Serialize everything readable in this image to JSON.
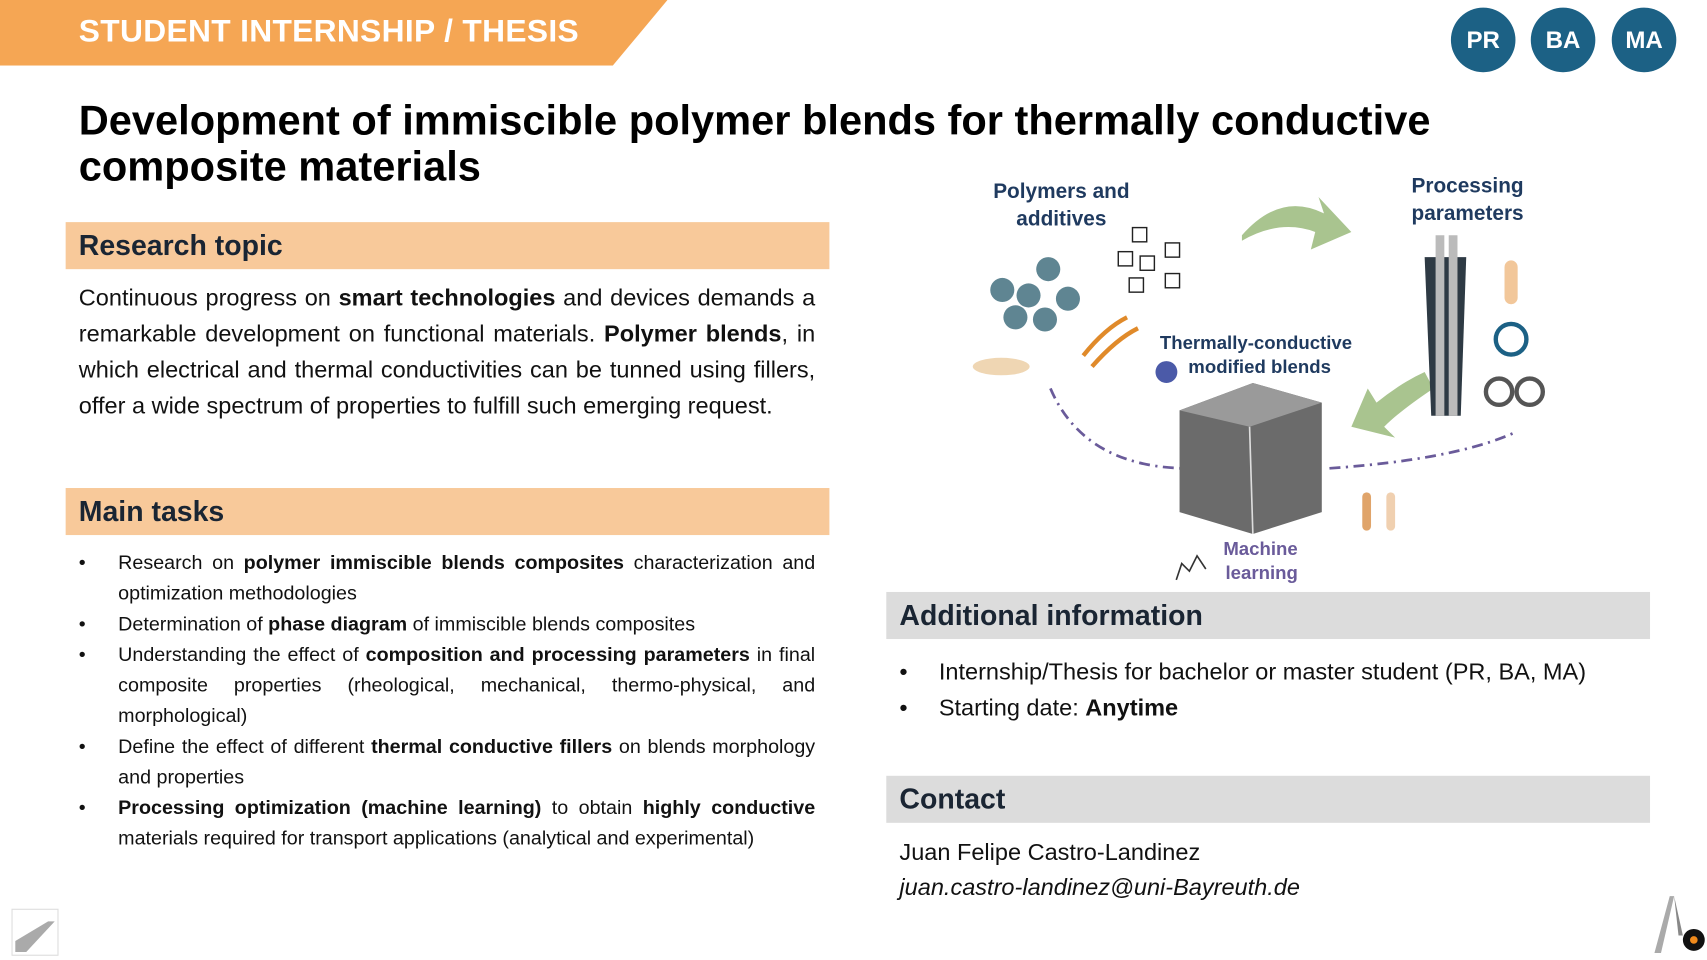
{
  "header": {
    "banner": "STUDENT INTERNSHIP / THESIS",
    "badges": [
      "PR",
      "BA",
      "MA"
    ],
    "accent_color": "#f5a654",
    "badge_color": "#1c6185"
  },
  "title": "Development of immiscible polymer blends for thermally conductive composite materials",
  "research": {
    "heading": "Research topic",
    "parts": [
      "Continuous progress on ",
      "smart technologies",
      " and devices demands a remarkable development on functional materials. ",
      "Polymer blends",
      ", in which electrical and thermal conductivities can be tunned using fillers, offer a wide spectrum of properties to fulfill such emerging request."
    ]
  },
  "tasks": {
    "heading": "Main tasks",
    "items": [
      [
        "Research on ",
        "polymer immiscible blends composites",
        " characterization and optimization methodologies"
      ],
      [
        "Determination of ",
        "phase diagram",
        " of immiscible blends composites"
      ],
      [
        "Understanding the effect of ",
        "composition and processing parameters",
        " in final composite properties (rheological, mechanical, thermo-physical, and morphological)"
      ],
      [
        "Define the effect of different ",
        "thermal conductive fillers",
        " on blends morphology and properties"
      ],
      [
        "",
        "Processing optimization (machine learning)",
        " to obtain ",
        "highly conductive",
        " materials required for transport applications (analytical and experimental)"
      ]
    ]
  },
  "diagram": {
    "polymers": [
      "Polymers and",
      "additives"
    ],
    "processing": [
      "Processing",
      "parameters"
    ],
    "blends": [
      "Thermally-conductive",
      "modified blends"
    ],
    "ml": [
      "Machine",
      "learning"
    ]
  },
  "additional": {
    "heading": "Additional information",
    "items": [
      [
        "Internship/Thesis for bachelor or master student (PR, BA, MA)",
        ""
      ],
      [
        "Starting date: ",
        "Anytime"
      ]
    ]
  },
  "contact": {
    "heading": "Contact",
    "name": "Juan Felipe Castro-Landinez",
    "email": "juan.castro-landinez@uni-Bayreuth.de"
  }
}
